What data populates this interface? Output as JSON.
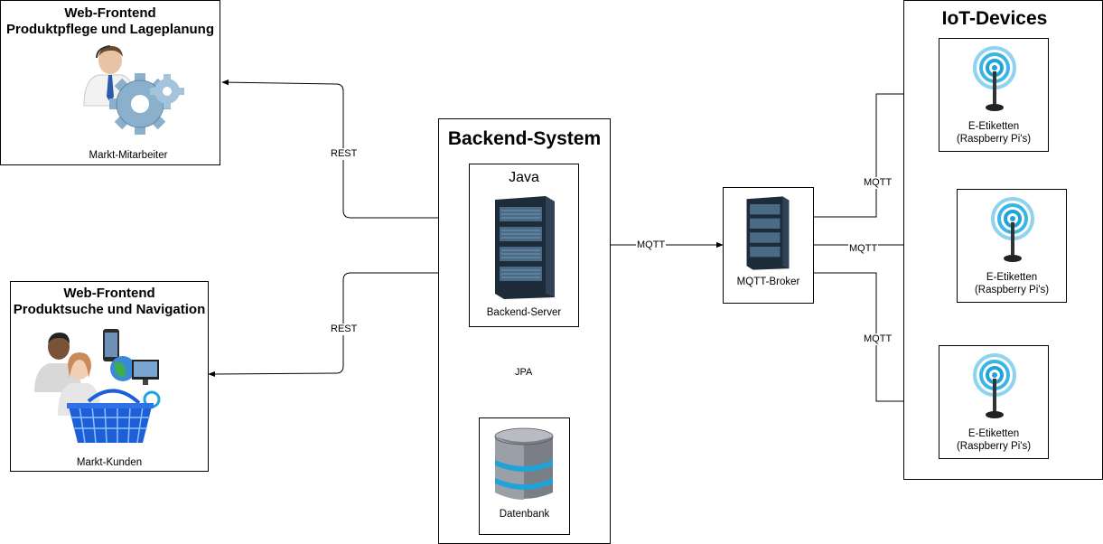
{
  "frontend_pflege": {
    "title_line1": "Web-Frontend",
    "title_line2": "Produktpflege und Lageplanung",
    "caption": "Markt-Mitarbeiter",
    "icon": "employee-gears-icon"
  },
  "frontend_suche": {
    "title_line1": "Web-Frontend",
    "title_line2": "Produktsuche und Navigation",
    "caption": "Markt-Kunden",
    "icon": "customers-shopping-basket-icon"
  },
  "backend": {
    "title": "Backend-System",
    "java_label": "Java",
    "server_caption": "Backend-Server",
    "db_caption": "Datenbank"
  },
  "broker": {
    "caption": "MQTT-Broker"
  },
  "iot": {
    "title": "IoT-Devices",
    "devices": [
      {
        "line1": "E-Etiketten",
        "line2": "(Raspberry Pi's)"
      },
      {
        "line1": "E-Etiketten",
        "line2": "(Raspberry Pi's)"
      },
      {
        "line1": "E-Etiketten",
        "line2": "(Raspberry Pi's)"
      }
    ]
  },
  "edges": {
    "rest_top": "REST",
    "rest_bottom": "REST",
    "mqtt_backend_broker": "MQTT",
    "jpa": "JPA",
    "mqtt_device_top": "MQTT",
    "mqtt_device_mid": "MQTT",
    "mqtt_device_bottom": "MQTT"
  },
  "colors": {
    "line": "#000000",
    "server_dark": "#1e2b38",
    "server_light": "#4a6b85",
    "antenna_blue": "#1fa3d8",
    "basket_blue": "#1c5fd6",
    "gear": "#8ab0cc"
  }
}
